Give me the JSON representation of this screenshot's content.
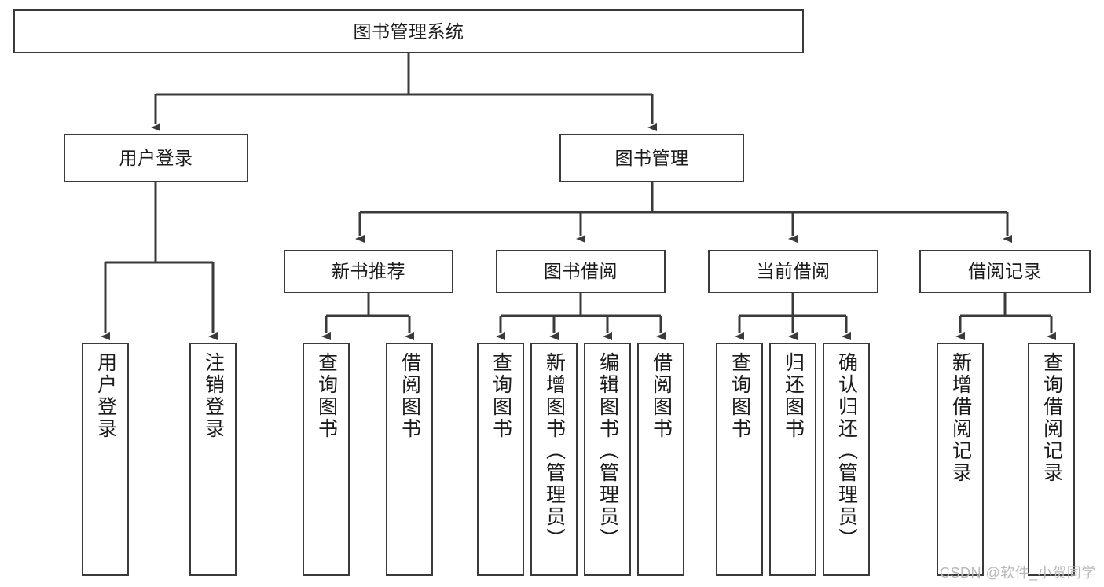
{
  "diagram": {
    "type": "tree-hierarchy-chart",
    "title": "图书管理系统",
    "watermark": "CSDN @软件_小贺同学",
    "colors": {
      "box_border": "#3a3a3a",
      "box_fill": "#ffffff",
      "edge": "#3a3a3a",
      "text": "#1b1b1b",
      "watermark": "#b9b9b9"
    },
    "nodes": {
      "root": {
        "label": "图书管理系统",
        "level": 0
      },
      "level1": [
        {
          "id": "user-login",
          "label": "用户登录"
        },
        {
          "id": "book-manage",
          "label": "图书管理"
        }
      ],
      "level2": [
        {
          "id": "new-book-recommend",
          "label": "新书推荐",
          "parent": "book-manage"
        },
        {
          "id": "book-borrow",
          "label": "图书借阅",
          "parent": "book-manage"
        },
        {
          "id": "current-borrow",
          "label": "当前借阅",
          "parent": "book-manage"
        },
        {
          "id": "borrow-record",
          "label": "借阅记录",
          "parent": "book-manage"
        }
      ],
      "leaves": [
        {
          "id": "leaf-user-login",
          "label": "用户登录",
          "parent": "user-login"
        },
        {
          "id": "leaf-logout",
          "label": "注销登录",
          "parent": "user-login"
        },
        {
          "id": "leaf-query-book-1",
          "label": "查询图书",
          "parent": "new-book-recommend"
        },
        {
          "id": "leaf-borrow-book-1",
          "label": "借阅图书",
          "parent": "new-book-recommend"
        },
        {
          "id": "leaf-query-book-2",
          "label": "查询图书",
          "parent": "book-borrow"
        },
        {
          "id": "leaf-add-book",
          "label": "新增图书（管理员）",
          "parent": "book-borrow"
        },
        {
          "id": "leaf-edit-book",
          "label": "编辑图书（管理员）",
          "parent": "book-borrow"
        },
        {
          "id": "leaf-borrow-book-2",
          "label": "借阅图书",
          "parent": "book-borrow"
        },
        {
          "id": "leaf-query-book-3",
          "label": "查询图书",
          "parent": "current-borrow"
        },
        {
          "id": "leaf-return-book",
          "label": "归还图书",
          "parent": "current-borrow"
        },
        {
          "id": "leaf-confirm-return",
          "label": "确认归还（管理员）",
          "parent": "current-borrow"
        },
        {
          "id": "leaf-add-record",
          "label": "新增借阅记录",
          "parent": "borrow-record"
        },
        {
          "id": "leaf-query-record",
          "label": "查询借阅记录",
          "parent": "borrow-record"
        }
      ]
    }
  }
}
